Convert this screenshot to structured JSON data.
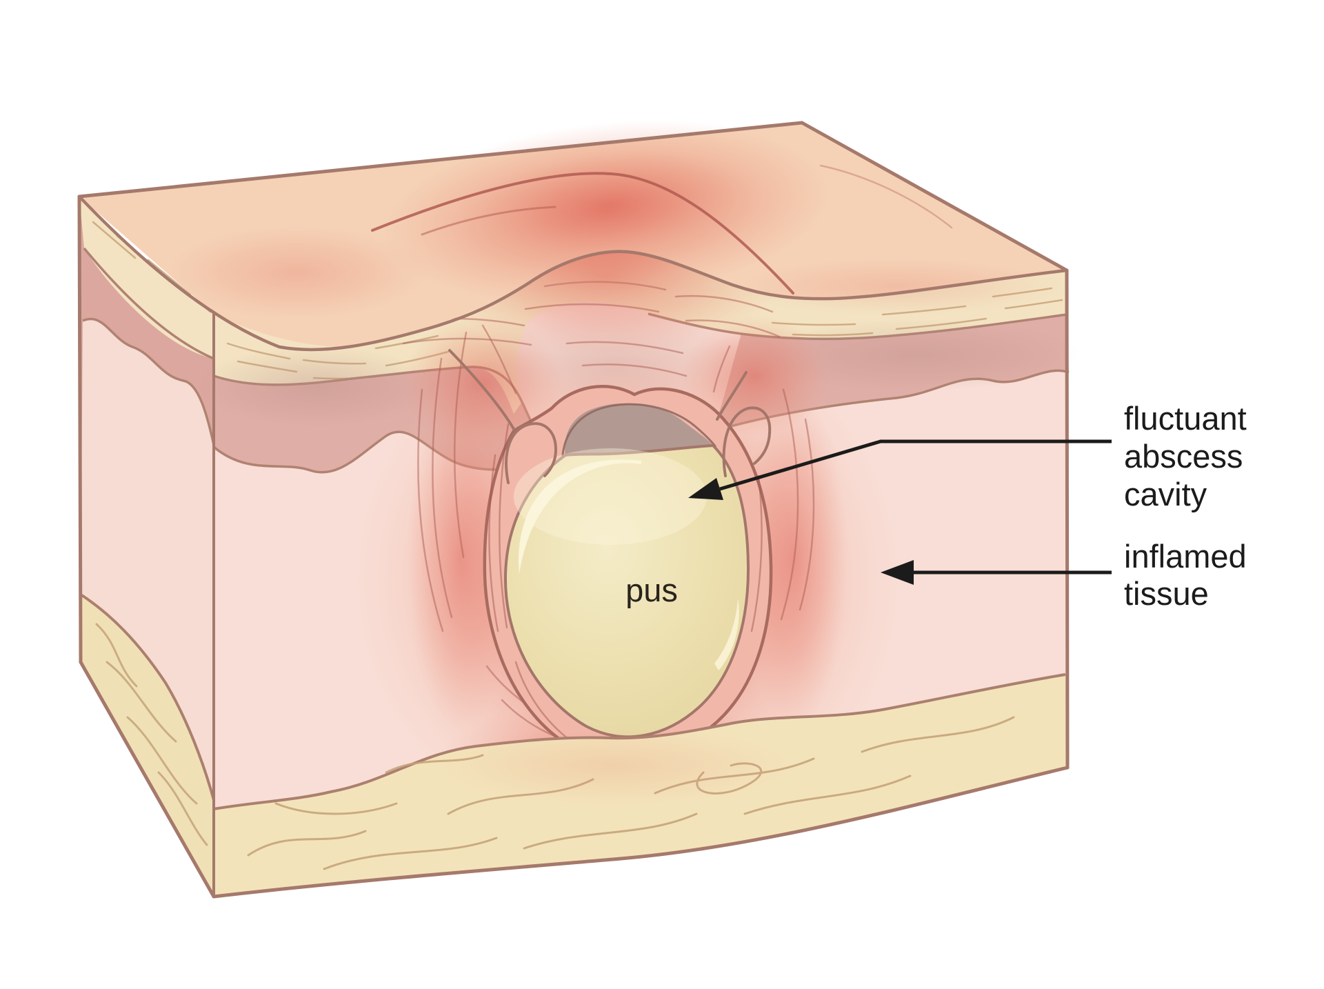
{
  "figure": {
    "type": "medical-illustration",
    "subject": "Cross-section of skin with a fluctuant abscess",
    "background_color": "#ffffff"
  },
  "labels": {
    "abscess_cavity": {
      "lines": [
        "fluctuant",
        "abscess",
        "cavity"
      ]
    },
    "inflamed_tissue": {
      "lines": [
        "inflamed",
        "tissue"
      ]
    },
    "pus": {
      "text": "pus"
    }
  },
  "colors": {
    "skin_surface": "#f5d2b6",
    "epidermis": "#f3e3c2",
    "dermis": "#dfaea6",
    "dermis_side": "#dba79e",
    "subcutis": "#f8ded6",
    "subcutis_side": "#f6dcd2",
    "fat": "#f3e3ba",
    "fat_side": "#f0e0b6",
    "inflamed_red": "#e0645a",
    "abscess_wall": "#f1b8aa",
    "pus_fill": "#ece0ae",
    "cavity_pocket": "#b29a93",
    "outline": "#a5796b",
    "leader_line": "#1b1b1b",
    "label_text": "#1b1b1b"
  }
}
